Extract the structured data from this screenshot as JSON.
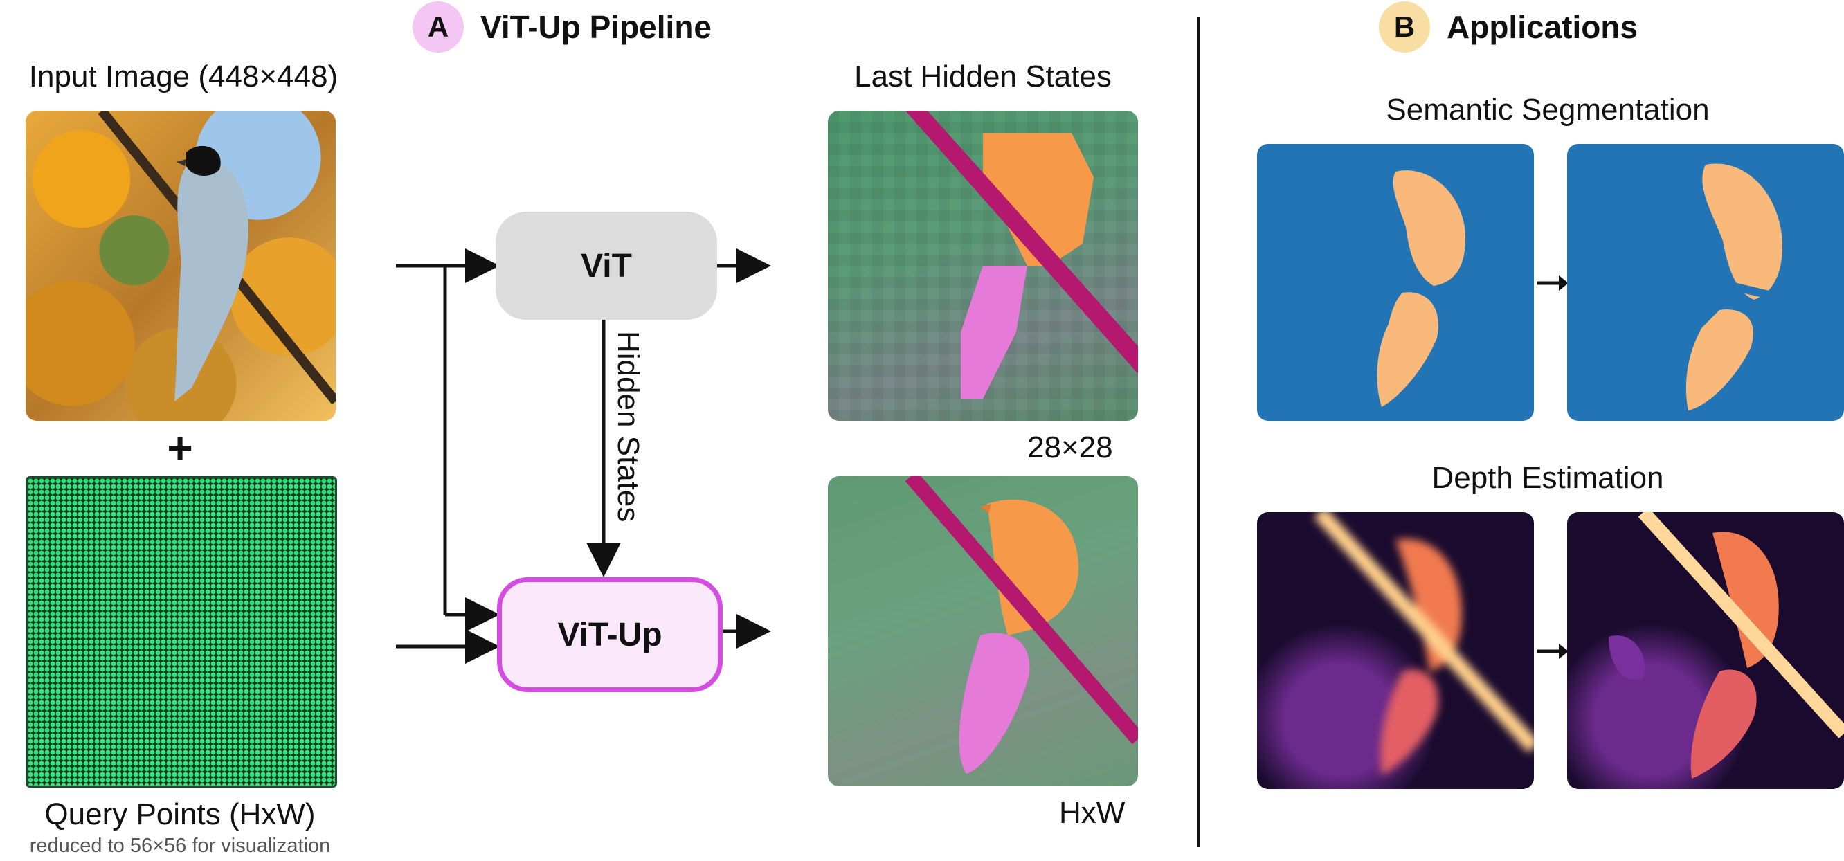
{
  "panel_a": {
    "badge": "A",
    "title": "ViT-Up Pipeline",
    "badge_color": "#f3c6f4"
  },
  "panel_b": {
    "badge": "B",
    "title": "Applications",
    "badge_color": "#f9dea4"
  },
  "labels": {
    "input_image": "Input Image (448×448)",
    "plus": "+",
    "query_points": "Query Points (HxW)",
    "query_note": "reduced to 56×56 for visualization",
    "last_hidden_states": "Last Hidden States",
    "lowres_size": "28×28",
    "highres_size": "HxW",
    "hidden_states": "Hidden States",
    "semantic_segmentation": "Semantic Segmentation",
    "depth_estimation": "Depth Estimation"
  },
  "nodes": {
    "vit": {
      "label": "ViT",
      "fill": "#dcdcdc"
    },
    "vitup": {
      "label": "ViT-Up",
      "fill": "#fbe8fb",
      "stroke": "#d44de0"
    }
  },
  "colors": {
    "segmentation_bg": "#2274b5",
    "segmentation_fg": "#f9b97a",
    "branch_lowres": "#b5186f",
    "bird_orange": "#f69a4a",
    "bird_pink": "#e57ad8"
  }
}
